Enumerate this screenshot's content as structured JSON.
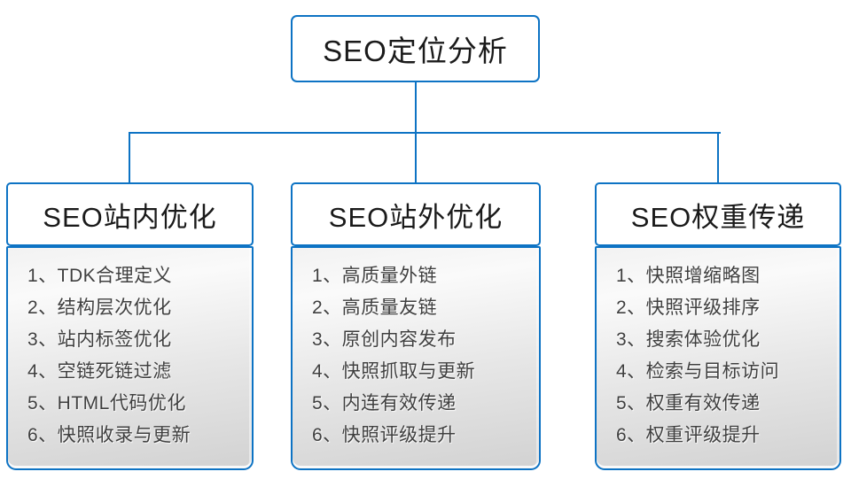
{
  "root": {
    "title": "SEO定位分析"
  },
  "columns": [
    {
      "header": "SEO站内优化",
      "items": [
        "1、TDK合理定义",
        "2、结构层次优化",
        "3、站内标签优化",
        "4、空链死链过滤",
        "5、HTML代码优化",
        "6、快照收录与更新"
      ]
    },
    {
      "header": "SEO站外优化",
      "items": [
        "1、高质量外链",
        "2、高质量友链",
        "3、原创内容发布",
        "4、快照抓取与更新",
        "5、内连有效传递",
        "6、快照评级提升"
      ]
    },
    {
      "header": "SEO权重传递",
      "items": [
        "1、快照增缩略图",
        "2、快照评级排序",
        "3、搜索体验优化",
        "4、检索与目标访问",
        "5、权重有效传递",
        "6、权重评级提升"
      ]
    }
  ],
  "colors": {
    "accent": "#0d73c4",
    "title_text": "#1a1a1a",
    "list_text": "#3f3f3f",
    "panel_top": "#f2f2f2",
    "panel_bottom": "#d2d2d2"
  }
}
